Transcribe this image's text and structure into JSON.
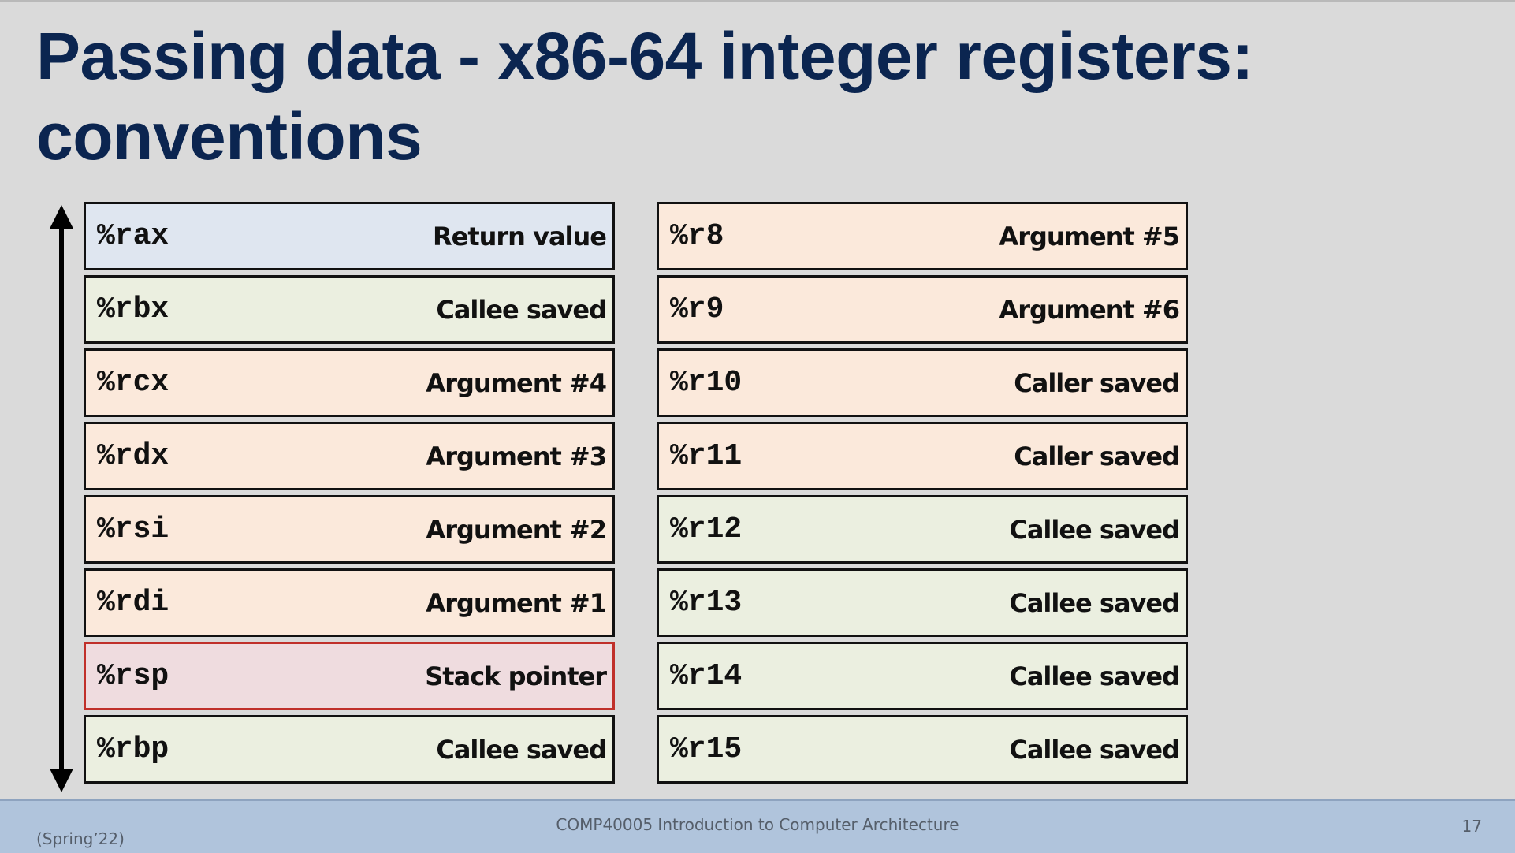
{
  "slide": {
    "title": "Passing data - x86-64 integer registers: conventions"
  },
  "registers_left": [
    {
      "name": "%rax",
      "role": "Return value",
      "category": "return"
    },
    {
      "name": "%rbx",
      "role": "Callee saved",
      "category": "callee"
    },
    {
      "name": "%rcx",
      "role": "Argument #4",
      "category": "arg"
    },
    {
      "name": "%rdx",
      "role": "Argument #3",
      "category": "arg"
    },
    {
      "name": "%rsi",
      "role": "Argument #2",
      "category": "arg"
    },
    {
      "name": "%rdi",
      "role": "Argument #1",
      "category": "arg"
    },
    {
      "name": "%rsp",
      "role": "Stack pointer",
      "category": "stack"
    },
    {
      "name": "%rbp",
      "role": "Callee saved",
      "category": "callee"
    }
  ],
  "registers_right": [
    {
      "name": "%r8",
      "role": "Argument #5",
      "category": "arg"
    },
    {
      "name": "%r9",
      "role": "Argument #6",
      "category": "arg"
    },
    {
      "name": "%r10",
      "role": "Caller saved",
      "category": "caller"
    },
    {
      "name": "%r11",
      "role": "Caller saved",
      "category": "caller"
    },
    {
      "name": "%r12",
      "role": "Callee saved",
      "category": "callee"
    },
    {
      "name": "%r13",
      "role": "Callee saved",
      "category": "callee"
    },
    {
      "name": "%r14",
      "role": "Callee saved",
      "category": "callee"
    },
    {
      "name": "%r15",
      "role": "Callee saved",
      "category": "callee"
    }
  ],
  "colors": {
    "title": "#0b2550",
    "return": "#dfe6f0",
    "callee": "#ebefe0",
    "arg": "#fbe9db",
    "caller": "#fbe9db",
    "stack": "#efdcdf",
    "stack_border": "#c0302a",
    "footer": "#b0c4dc"
  },
  "icons": {
    "arrow": "double-headed-vertical-arrow-icon"
  },
  "footer": {
    "course": "COMP40005 Introduction to Computer Architecture",
    "term": "(Spring’22)",
    "page": "17"
  }
}
